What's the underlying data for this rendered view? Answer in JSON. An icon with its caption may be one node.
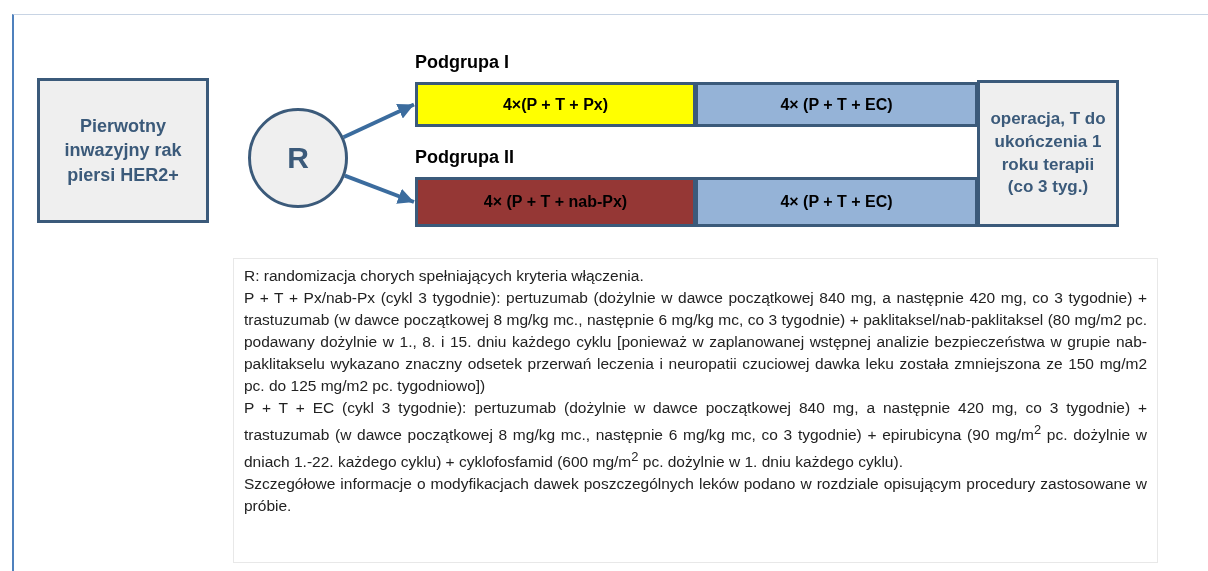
{
  "diagram": {
    "nodes": [
      {
        "text": [
          "Pierwotny inwazyjny rak piersi HER2+"
        ]
      },
      {
        "text": [
          "R"
        ]
      },
      {
        "text": [
          "4×(P + T + Px)"
        ]
      },
      {
        "text": [
          "4× (P + T + EC)"
        ]
      },
      {
        "text": [
          "4× (P + T + nab-Px)"
        ]
      },
      {
        "text": [
          "4× (P + T + EC)"
        ]
      },
      {
        "text": [
          "operacja, T do ukończenia 1 roku terapii (co 3 tyg.)"
        ]
      }
    ],
    "edges": [
      {
        "from": 1,
        "to": 2,
        "arrow": "to"
      },
      {
        "from": 1,
        "to": 4,
        "arrow": "to"
      }
    ],
    "labels": [
      "Podgrupa I",
      "Podgrupa II",
      "R: randomizacja chorych spełniających kryteria włączenia.",
      "P + T + Px/nab-Px (cykl 3 tygodnie): pertuzumab (dożylnie w dawce początkowej 840 mg, a następnie 420 mg, co 3 tygodnie) + trastuzumab (w dawce początkowej 8 mg/kg mc., następnie 6 mg/kg mc, co 3 tygodnie) + paklitaksel/nab-paklitaksel (80 mg/m2 pc. podawany dożylnie w 1., 8. i 15. dniu każdego cyklu [ponieważ w zaplanowanej wstępnej analizie bezpieczeństwa w grupie nab-paklitakselu wykazano znaczny odsetek przerwań leczenia i neuropatii czuciowej dawka leku została zmniejszona ze 150 mg/m2 pc. do 125 mg/m2 pc. tygodniowo])",
      "P + T + EC (cykl 3 tygodnie): pertuzumab (dożylnie w dawce początkowej 840 mg, a następnie 420 mg, co 3 tygodnie) + trastuzumab (w dawce początkowej 8 mg/kg mc., następnie 6 mg/kg mc, co 3 tygodnie) + epirubicyna (90 mg/m$^{2}$ pc. dożylnie w dniach 1.-22. każdego cyklu) + cyklofosfamid (600 mg/m$^{2}$ pc. dożylnie w 1. dniu każdego cyklu).",
      "Szczegółowe informacje o modyfikacjach dawek poszczególnych leków podano w rozdziale opisującym procedury zastosowane w próbie."
    ]
  }
}
